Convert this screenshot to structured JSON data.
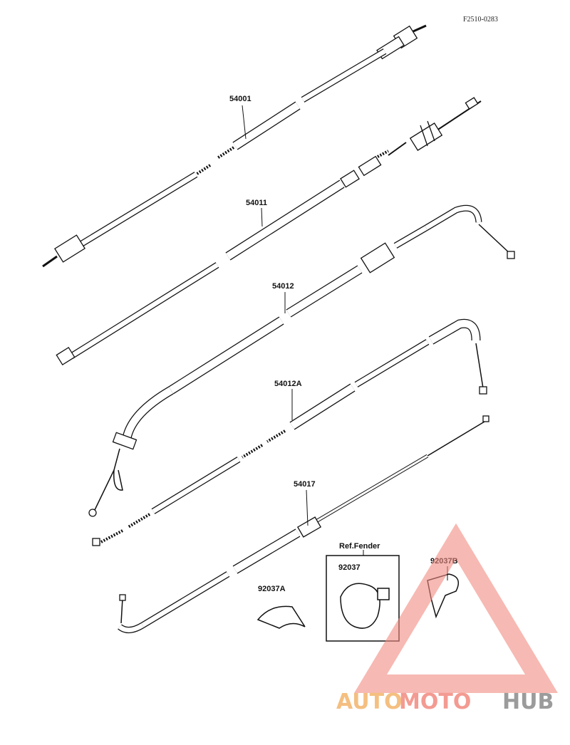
{
  "diagram": {
    "figure_code": "F2510-0283",
    "parts": [
      {
        "id": "p1",
        "number": "54001"
      },
      {
        "id": "p2",
        "number": "54011"
      },
      {
        "id": "p3",
        "number": "54012"
      },
      {
        "id": "p4",
        "number": "54012A"
      },
      {
        "id": "p5",
        "number": "54017"
      },
      {
        "id": "p6",
        "number": "92037A"
      },
      {
        "id": "p7",
        "number": "92037"
      },
      {
        "id": "p8",
        "number": "92037B"
      }
    ],
    "ref_label": "Ref.Fender"
  },
  "watermark": {
    "part1": "AUTO",
    "part2": "MOTO",
    "part3": "HUB",
    "colors": {
      "auto": "#f3b46b",
      "moto": "#f28a80",
      "hub": "#8a8a8a",
      "triangle": "#f28a80"
    }
  }
}
